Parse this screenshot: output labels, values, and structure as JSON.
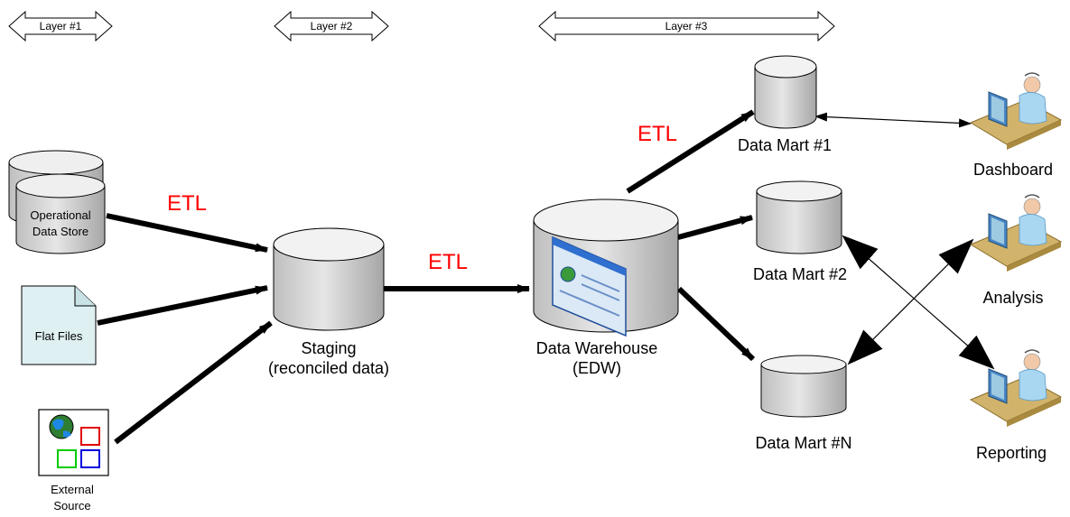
{
  "colors": {
    "etl": "#ff0000",
    "cylinder_fill": "#d9d9d9",
    "cylinder_top": "#f2f2f2",
    "flat_file_fill": "#dff0f3",
    "arrow": "#000000"
  },
  "layers": [
    {
      "label": "Layer #1"
    },
    {
      "label": "Layer #2"
    },
    {
      "label": "Layer #3"
    }
  ],
  "sources": {
    "ods": {
      "line1": "Operational",
      "line2": "Data Store"
    },
    "flat_files": {
      "label": "Flat Files"
    },
    "external": {
      "line1": "External",
      "line2": "Source"
    }
  },
  "staging": {
    "line1": "Staging",
    "line2": "(reconciled data)"
  },
  "warehouse": {
    "line1": "Data Warehouse",
    "line2": "(EDW)"
  },
  "marts": [
    {
      "label": "Data Mart #1"
    },
    {
      "label": "Data Mart #2"
    },
    {
      "label": "Data Mart #N"
    }
  ],
  "users": [
    {
      "label": "Dashboard",
      "icon": "user-at-workstation-icon"
    },
    {
      "label": "Analysis",
      "icon": "user-at-workstation-icon"
    },
    {
      "label": "Reporting",
      "icon": "user-at-workstation-icon"
    }
  ],
  "etl_labels": [
    {
      "text": "ETL"
    },
    {
      "text": "ETL"
    },
    {
      "text": "ETL"
    }
  ]
}
